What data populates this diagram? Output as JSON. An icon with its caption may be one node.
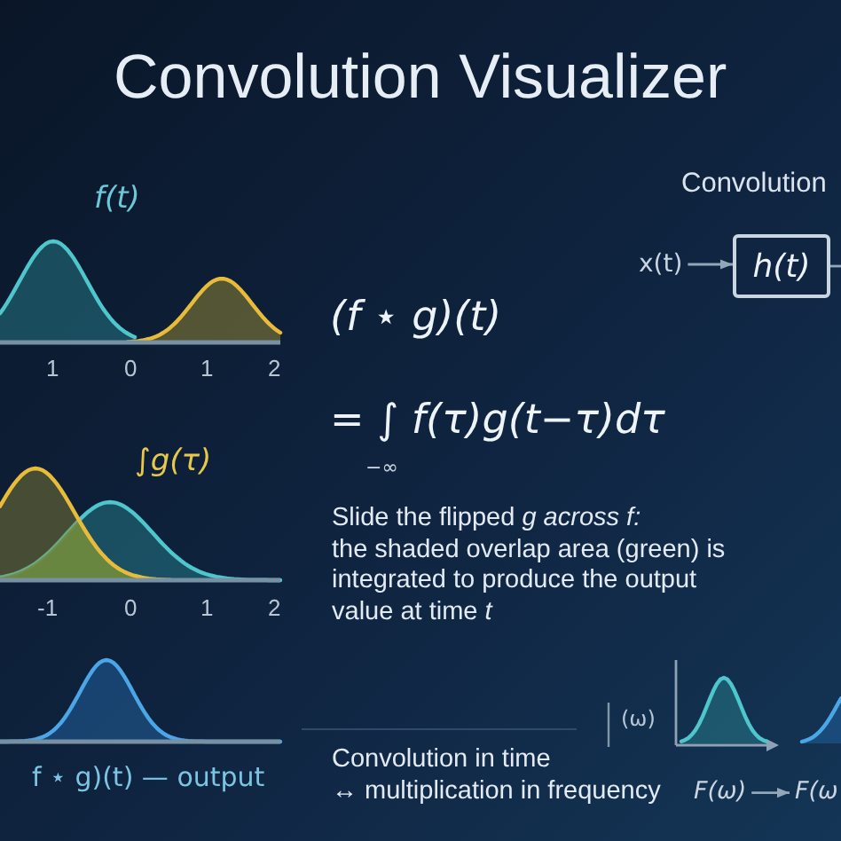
{
  "diagram": {
    "title": "Convolution Visualizer",
    "nodes": [
      {
        "text": [
          "x(t)"
        ]
      },
      {
        "text": [
          "h(t)"
        ]
      },
      {
        "text": [
          "F(ω)"
        ]
      },
      {
        "text": [
          "F(ω"
        ]
      }
    ],
    "edges": [
      {
        "from": 0,
        "to": 1,
        "arrow": "to"
      },
      {
        "from": 1,
        "to": null,
        "arrow": "none"
      },
      {
        "from": 2,
        "to": 3,
        "arrow": "to"
      }
    ],
    "labels": [
      "Convolution",
      "f(t)",
      "1",
      "0",
      "1",
      "2",
      "(f ⋆ g)(t)",
      "= ∫ f(τ)g(t−τ)dτ",
      "−∞",
      "∫g(τ)",
      "-1",
      "0",
      "1",
      "2",
      "Slide the flipped *g across f:*",
      "the shaded overlap area (green) is integrated to produce the output value at time *t*",
      "(ω)",
      "f ⋆ g)(t) — output",
      "Convolution in time",
      "↔ multiplication in frequency"
    ]
  }
}
